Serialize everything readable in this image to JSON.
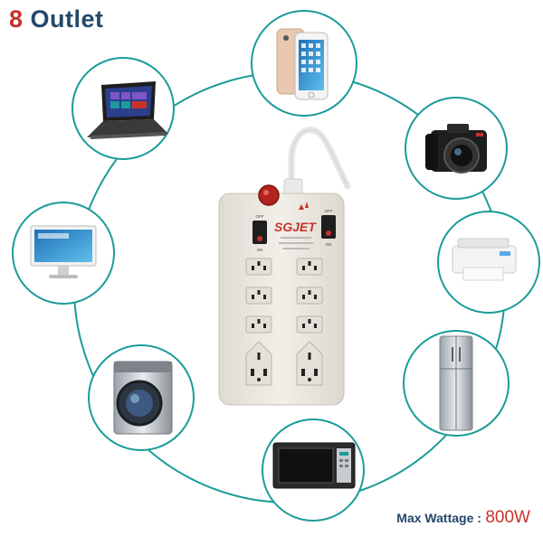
{
  "title": {
    "number": "8",
    "word": "Outlet"
  },
  "footer": {
    "label": "Max Wattage :",
    "value": "800W"
  },
  "product": {
    "brand": "SGJET",
    "switch_on": "ON",
    "switch_off": "OFF"
  },
  "colors": {
    "ring": "#1b9c99",
    "brand_red": "#c8322b",
    "navy": "#25476b",
    "strip_body": "#eeebe4"
  },
  "devices": [
    {
      "name": "smartphone",
      "icon": "smartphone-icon"
    },
    {
      "name": "camera",
      "icon": "camera-icon"
    },
    {
      "name": "printer",
      "icon": "printer-icon"
    },
    {
      "name": "refrigerator",
      "icon": "refrigerator-icon"
    },
    {
      "name": "microwave",
      "icon": "microwave-icon"
    },
    {
      "name": "washing-machine",
      "icon": "washing-machine-icon"
    },
    {
      "name": "monitor",
      "icon": "monitor-icon"
    },
    {
      "name": "laptop",
      "icon": "laptop-icon"
    }
  ]
}
